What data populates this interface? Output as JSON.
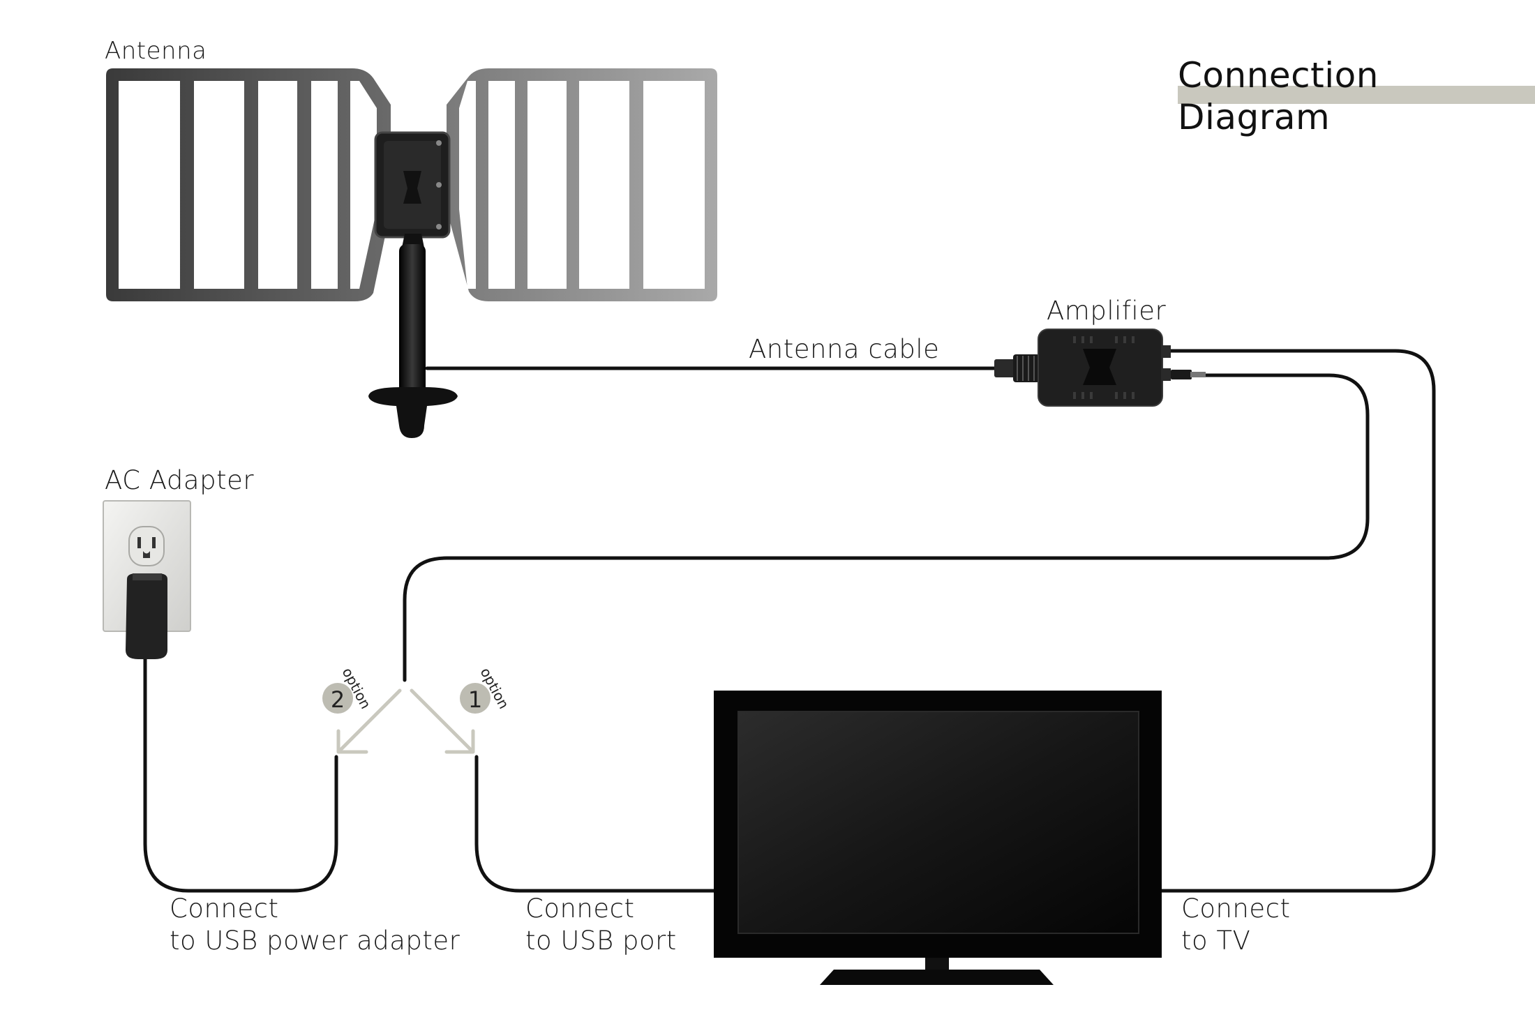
{
  "title": "Connection Diagram",
  "labels": {
    "antenna": "Antenna",
    "antenna_cable": "Antenna cable",
    "amplifier": "Amplifier",
    "ac_adapter": "AC Adapter",
    "option_word": "option",
    "option_2_number": "2",
    "option_1_number": "1",
    "connect_usb_adapter_line1": "Connect",
    "connect_usb_adapter_line2": "to USB power adapter",
    "connect_usb_port_line1": "Connect",
    "connect_usb_port_line2": "to USB port",
    "connect_tv_line1": "Connect",
    "connect_tv_line2": "to TV"
  },
  "colors": {
    "cable": "#111111",
    "arrow": "#c9c8be",
    "option_badge": "#bdbcb2",
    "title_bar": "#c9c8be"
  }
}
